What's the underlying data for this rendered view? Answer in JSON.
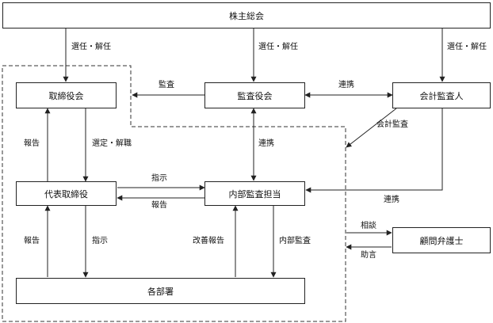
{
  "nodes": {
    "shareholders_meeting": "株主総会",
    "board_of_directors": "取締役会",
    "audit_board": "監査役会",
    "accounting_auditor": "会計監査人",
    "representative_director": "代表取締役",
    "internal_audit_officer": "内部監査担当",
    "legal_advisor": "顧問弁護士",
    "departments": "各部署"
  },
  "edge_labels": {
    "elect_dismiss_1": "選任・解任",
    "elect_dismiss_2": "選任・解任",
    "elect_dismiss_3": "選任・解任",
    "audit": "監査",
    "cooperation_top": "連携",
    "report_left": "報告",
    "select_dismiss": "選定・解職",
    "accounting_audit": "会計監査",
    "cooperation_mid": "連携",
    "instruction_mid": "指示",
    "report_mid": "報告",
    "cooperation_right": "連携",
    "report_bottom_left": "報告",
    "instruction_bottom": "指示",
    "improvement_report": "改善報告",
    "internal_audit": "内部監査",
    "consultation": "相談",
    "advice": "助言"
  }
}
